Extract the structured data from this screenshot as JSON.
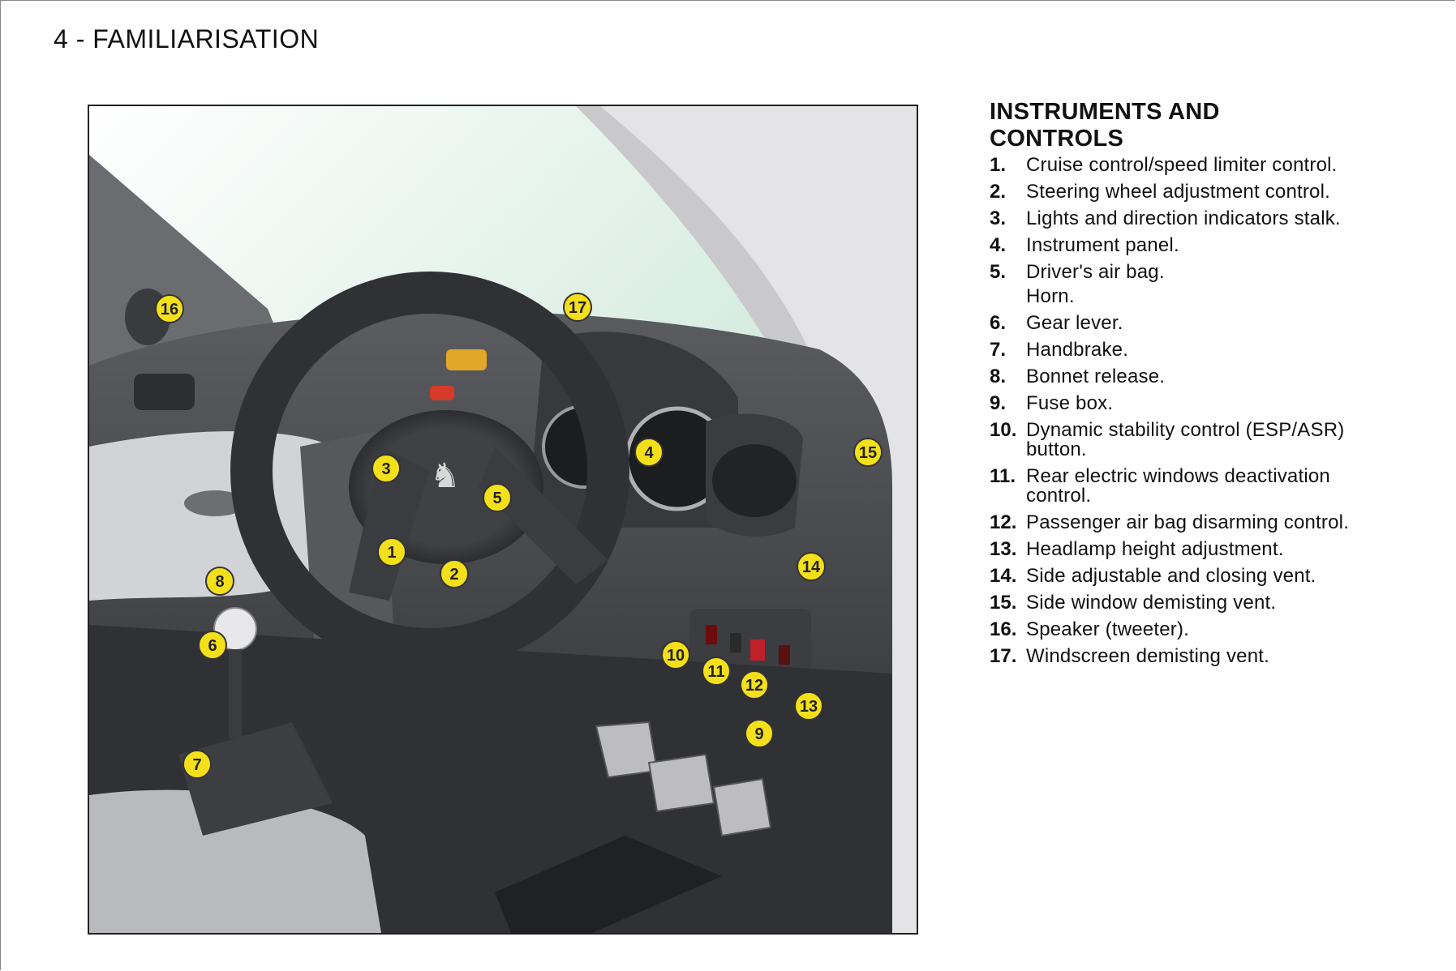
{
  "header": {
    "title": "4 - FAMILIARISATION"
  },
  "section": {
    "title_line1": "INSTRUMENTS AND",
    "title_line2": "CONTROLS"
  },
  "items": [
    {
      "num": "1.",
      "text": "Cruise control/speed limiter control."
    },
    {
      "num": "2.",
      "text": "Steering wheel adjustment control."
    },
    {
      "num": "3.",
      "text": "Lights and direction indicators stalk."
    },
    {
      "num": "4.",
      "text": "Instrument panel."
    },
    {
      "num": "5.",
      "text": "Driver's air bag."
    },
    {
      "num": "",
      "text": "Horn."
    },
    {
      "num": "6.",
      "text": "Gear lever."
    },
    {
      "num": "7.",
      "text": "Handbrake."
    },
    {
      "num": "8.",
      "text": "Bonnet release."
    },
    {
      "num": "9.",
      "text": "Fuse box."
    },
    {
      "num": "10.",
      "text": "Dynamic stability control (ESP/ASR) button."
    },
    {
      "num": "11.",
      "text": "Rear electric windows deactivation control."
    },
    {
      "num": "12.",
      "text": "Passenger air bag disarming control."
    },
    {
      "num": "13.",
      "text": "Headlamp height adjustment."
    },
    {
      "num": "14.",
      "text": "Side adjustable and closing vent."
    },
    {
      "num": "15.",
      "text": "Side window demisting vent."
    },
    {
      "num": "16.",
      "text": "Speaker (tweeter)."
    },
    {
      "num": "17.",
      "text": "Windscreen demisting vent."
    }
  ],
  "callouts": [
    "1",
    "2",
    "3",
    "4",
    "5",
    "6",
    "7",
    "8",
    "9",
    "10",
    "11",
    "12",
    "13",
    "14",
    "15",
    "16",
    "17"
  ],
  "colors": {
    "callout_fill": "#f4e01a",
    "dashboard": "#4a4c50",
    "windscreen_tint": "#9bcfa4"
  }
}
